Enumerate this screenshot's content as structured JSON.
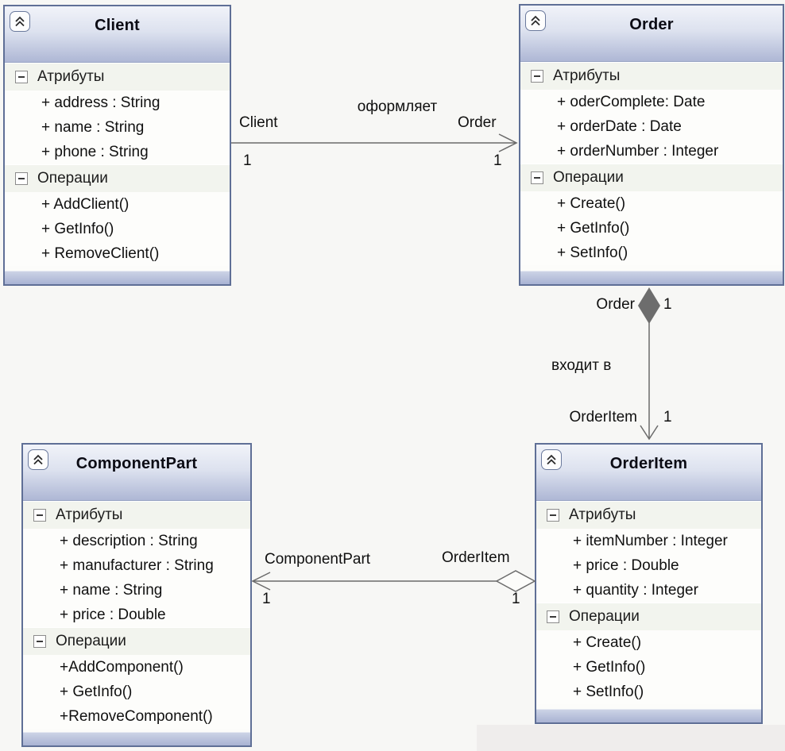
{
  "diagram": {
    "colors": {
      "box_border": "#5f6f96",
      "header_fill": "#aeb7d5",
      "body_fill": "#fcfcfa",
      "section_fill": "#f2f4ee",
      "line": "#6b6b6b",
      "composition_diamond": "#6d6d6d"
    },
    "icons": {
      "collapse": "double-chevron-up-icon",
      "section_toggle": "minus-box-icon",
      "composition_end": "filled-diamond",
      "aggregation_end": "hollow-diamond",
      "arrow_end": "open-arrow"
    },
    "classes": {
      "client": {
        "title": "Client",
        "attributes_label": "Атрибуты",
        "operations_label": "Операции",
        "attributes": [
          "+ address : String",
          "+ name : String",
          "+ phone : String"
        ],
        "operations": [
          "+ AddClient()",
          "+ GetInfo()",
          "+ RemoveClient()"
        ]
      },
      "order": {
        "title": "Order",
        "attributes_label": "Атрибуты",
        "operations_label": "Операции",
        "attributes": [
          "+ oderComplete: Date",
          "+ orderDate : Date",
          "+ orderNumber : Integer"
        ],
        "operations": [
          "+ Create()",
          "+ GetInfo()",
          "+ SetInfo()"
        ]
      },
      "component_part": {
        "title": "ComponentPart",
        "attributes_label": "Атрибуты",
        "operations_label": "Операции",
        "attributes": [
          "+ description : String",
          "+ manufacturer : String",
          "+ name : String",
          "+ price : Double"
        ],
        "operations": [
          "+AddComponent()",
          "+ GetInfo()",
          "+RemoveComponent()"
        ]
      },
      "order_item": {
        "title": "OrderItem",
        "attributes_label": "Атрибуты",
        "operations_label": "Операции",
        "attributes": [
          "+ itemNumber : Integer",
          "+ price : Double",
          "+ quantity : Integer"
        ],
        "operations": [
          "+ Create()",
          "+ GetInfo()",
          "+ SetInfo()"
        ]
      }
    },
    "associations": {
      "client_order": {
        "type": "directed-association",
        "label": "оформляет",
        "source_role": "Client",
        "source_mult": "1",
        "target_role": "Order",
        "target_mult": "1"
      },
      "order_orderitem": {
        "type": "composition",
        "label": "входит в",
        "source_role": "Order",
        "source_mult": "1",
        "target_role": "OrderItem",
        "target_mult": "1"
      },
      "orderitem_componentpart": {
        "type": "aggregation",
        "source_role": "ComponentPart",
        "source_mult": "1",
        "target_role": "OrderItem",
        "target_mult": "1"
      }
    }
  }
}
